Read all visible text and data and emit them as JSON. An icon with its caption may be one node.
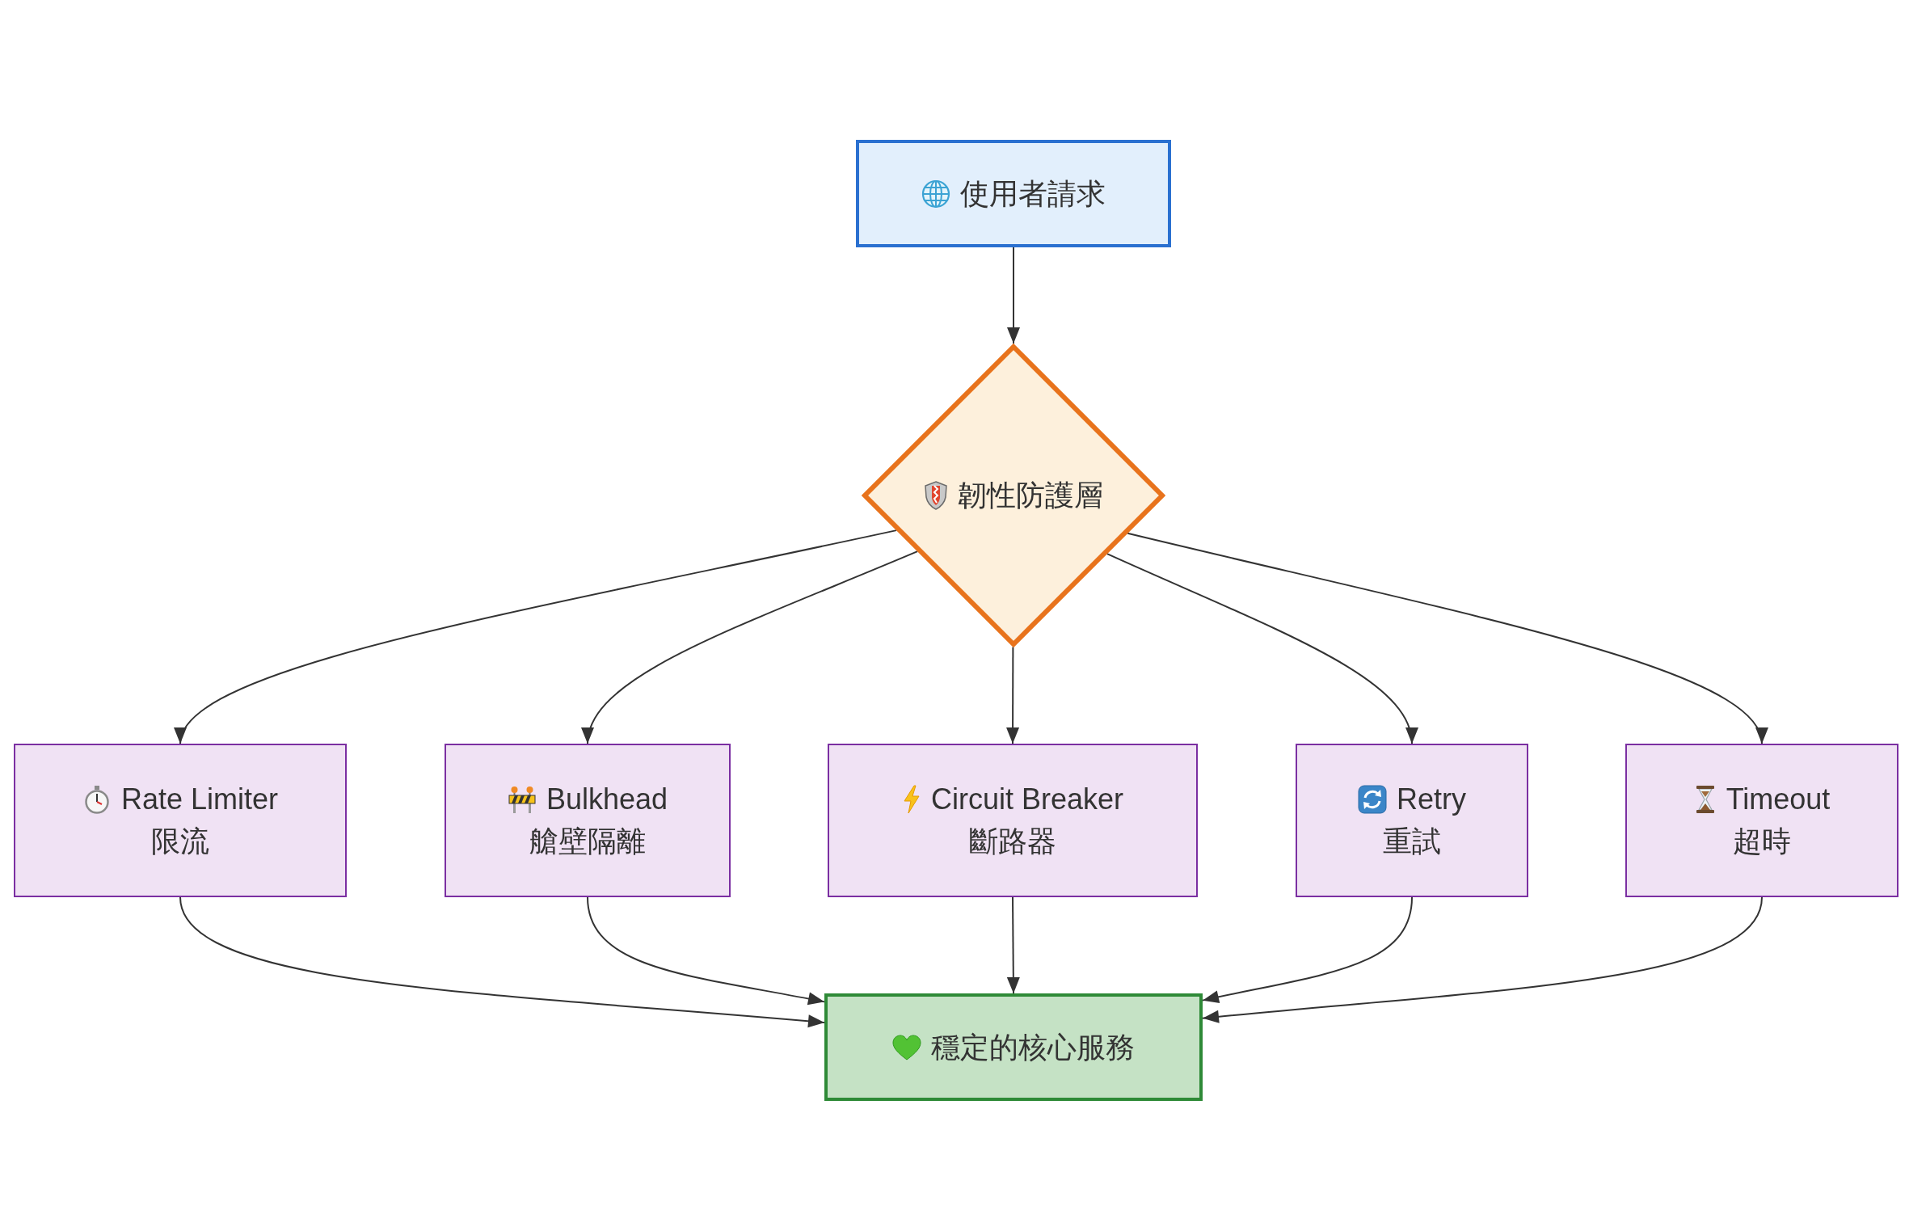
{
  "diagram": {
    "nodes": [
      {
        "text": [
          "使用者請求"
        ]
      },
      {
        "text": [
          "韌性防護層"
        ]
      },
      {
        "text": [
          "Rate Limiter",
          "限流"
        ]
      },
      {
        "text": [
          "Bulkhead",
          "艙壁隔離"
        ]
      },
      {
        "text": [
          "Circuit Breaker",
          "斷路器"
        ]
      },
      {
        "text": [
          "Retry",
          "重試"
        ]
      },
      {
        "text": [
          "Timeout",
          "超時"
        ]
      },
      {
        "text": [
          "穩定的核心服務"
        ]
      }
    ],
    "edges": [
      {
        "from": 0,
        "to": 1,
        "arrow": "to"
      },
      {
        "from": 1,
        "to": 2,
        "arrow": "to"
      },
      {
        "from": 1,
        "to": 3,
        "arrow": "to"
      },
      {
        "from": 1,
        "to": 4,
        "arrow": "to"
      },
      {
        "from": 1,
        "to": 5,
        "arrow": "to"
      },
      {
        "from": 1,
        "to": 6,
        "arrow": "to"
      },
      {
        "from": 2,
        "to": 7,
        "arrow": "to"
      },
      {
        "from": 3,
        "to": 7,
        "arrow": "to"
      },
      {
        "from": 4,
        "to": 7,
        "arrow": "to"
      },
      {
        "from": 5,
        "to": 7,
        "arrow": "to"
      },
      {
        "from": 6,
        "to": 7,
        "arrow": "to"
      }
    ]
  }
}
